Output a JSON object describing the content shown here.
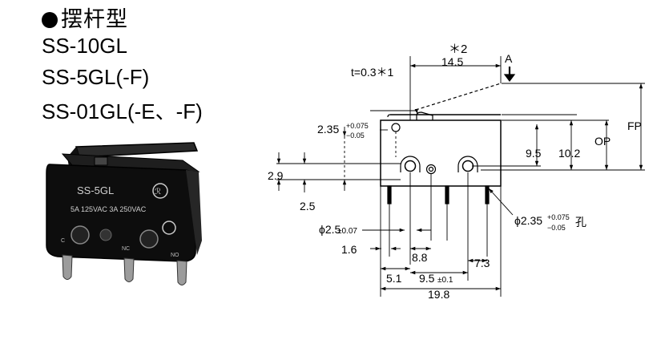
{
  "title": "摆杆型",
  "models": [
    "SS-10GL",
    "SS-5GL(-F)",
    "SS-01GL(-E、-F)"
  ],
  "product_photo": {
    "model_print": "SS-5GL",
    "rating_print": "5A 125VAC  3A 250VAC",
    "terminal_labels": [
      "C",
      "NC",
      "NO"
    ]
  },
  "drawing": {
    "note_star2": "＊2",
    "arrow_label": "A",
    "thickness_note": "t=0.3＊1",
    "dimensions": {
      "width_top": "14.5",
      "dim_2_35_lever": "2.35",
      "tol_2_35_upper": "+0.075",
      "tol_2_35_lower": "−0.05",
      "dim_9_5": "9.5",
      "dim_10_2": "10.2",
      "op": "OP",
      "fp": "FP",
      "dim_2_9": "2.9",
      "dim_2_5": "2.5",
      "hole_left": "ϕ2.5",
      "hole_left_tol": "±0.07",
      "hole_right": "ϕ2.35",
      "hole_right_tol_upper": "+0.075",
      "hole_right_tol_lower": "−0.05",
      "hole_right_suffix": "孔",
      "dim_1_6": "1.6",
      "dim_8_8": "8.8",
      "dim_7_3": "7.3",
      "dim_5_1": "5.1",
      "dim_9_5_bottom": "9.5",
      "tol_9_5_bottom": "±0.1",
      "dim_19_8": "19.8"
    }
  }
}
